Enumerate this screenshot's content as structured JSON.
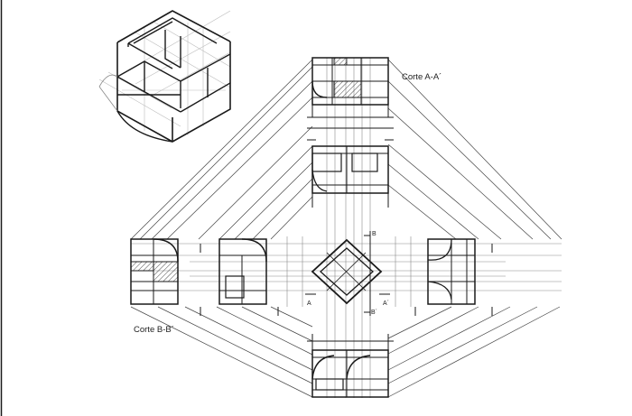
{
  "labels": {
    "corte_aa": "Corte A-A´",
    "corte_bb": "Corte B-B´",
    "mark_b_top": "B",
    "mark_b_bottom": "B´",
    "mark_a_left": "A",
    "mark_a_right": "A´"
  },
  "colors": {
    "line": "#1a1a1a",
    "thin_line": "#444444",
    "construction": "#8a8a8a",
    "light_construction": "#bdbdbd",
    "hatch": "#222222",
    "paper": "#ffffff"
  }
}
